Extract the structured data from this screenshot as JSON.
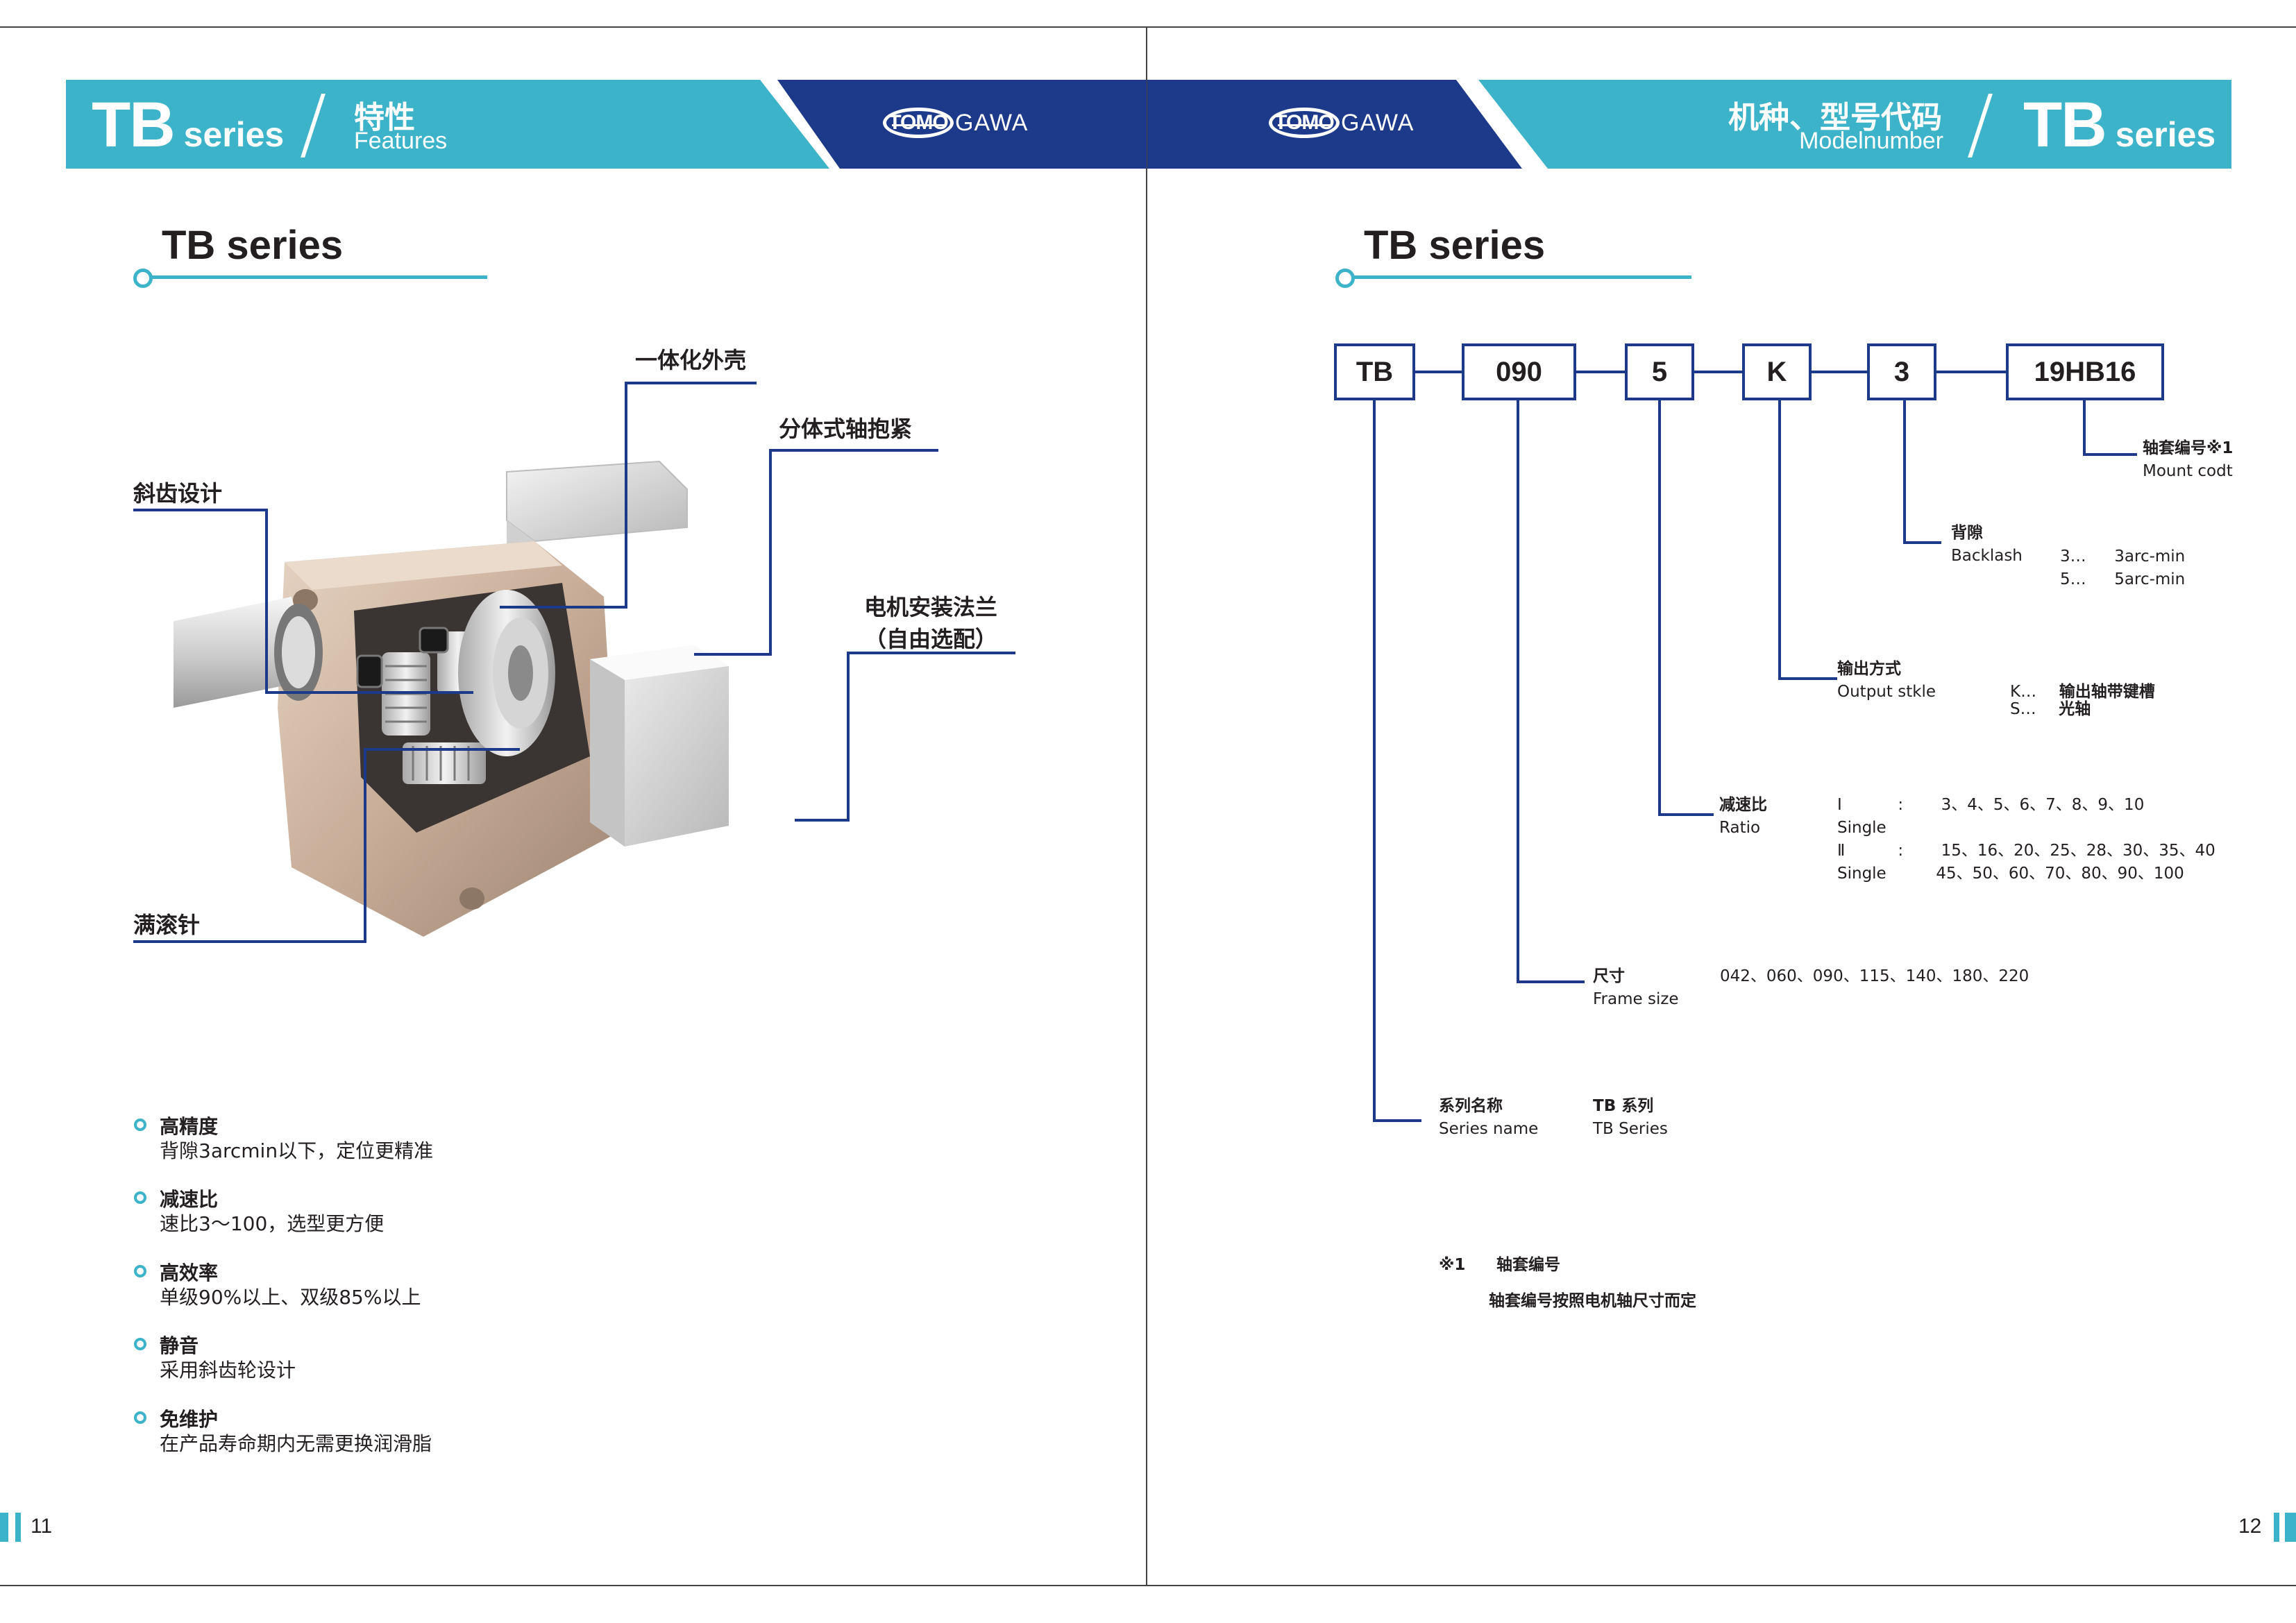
{
  "left_page": {
    "header": {
      "series_big": "TB",
      "series_small": "series",
      "title_cn": "特性",
      "title_en": "Features",
      "logo_badge": "TOMO",
      "logo_text": "GAWA"
    },
    "section_title": "TB series",
    "callouts": {
      "housing": "一体化外壳",
      "clamp": "分体式轴抱紧",
      "helical": "斜齿设计",
      "flange_line1": "电机安装法兰",
      "flange_line2": "（自由选配）",
      "needle": "满滚针"
    },
    "features": [
      {
        "title": "高精度",
        "desc": "背隙3arcmin以下，定位更精准"
      },
      {
        "title": "减速比",
        "desc": "速比3～100，选型更方便"
      },
      {
        "title": "高效率",
        "desc": "单级90%以上、双级85%以上"
      },
      {
        "title": "静音",
        "desc": "采用斜齿轮设计"
      },
      {
        "title": "免维护",
        "desc": "在产品寿命期内无需更换润滑脂"
      }
    ],
    "page_number": "11"
  },
  "right_page": {
    "header": {
      "logo_badge": "TOMO",
      "logo_text": "GAWA",
      "title_cn": "机种、型号代码",
      "title_en": "Modelnumber",
      "series_big": "TB",
      "series_small": "series"
    },
    "section_title": "TB series",
    "code_boxes": [
      "TB",
      "090",
      "5",
      "K",
      "3",
      "19HB16"
    ],
    "mount": {
      "cn": "轴套编号※1",
      "en": "Mount codt"
    },
    "backlash": {
      "cn": "背隙",
      "en": "Backlash",
      "opt1_key": "3…",
      "opt1_val": "3arc-min",
      "opt2_key": "5…",
      "opt2_val": "5arc-min"
    },
    "output": {
      "cn": "输出方式",
      "en": "Output stkle",
      "opt1_key": "K…",
      "opt1_val": "输出轴带键槽",
      "opt2_key": "S…",
      "opt2_val": "光轴"
    },
    "ratio": {
      "cn": "减速比",
      "en": "Ratio",
      "row1_key": "Ⅰ",
      "row1_colon": ":",
      "row1_values": "3、4、5、6、7、8、9、10",
      "row2_key": "Single",
      "row3_key": "Ⅱ",
      "row3_colon": ":",
      "row3_values": "15、16、20、25、28、30、35、40",
      "row4_key": "Single",
      "row4_values": "45、50、60、70、80、90、100"
    },
    "frame": {
      "cn": "尺寸",
      "en": "Frame size",
      "values": "042、060、090、115、140、180、220"
    },
    "series": {
      "cn": "系列名称",
      "en": "Series name",
      "val_cn": "TB 系列",
      "val_en": "TB Series"
    },
    "note": {
      "mark": "※1",
      "title": "轴套编号",
      "desc": "轴套编号按照电机轴尺寸而定"
    },
    "page_number": "12"
  }
}
